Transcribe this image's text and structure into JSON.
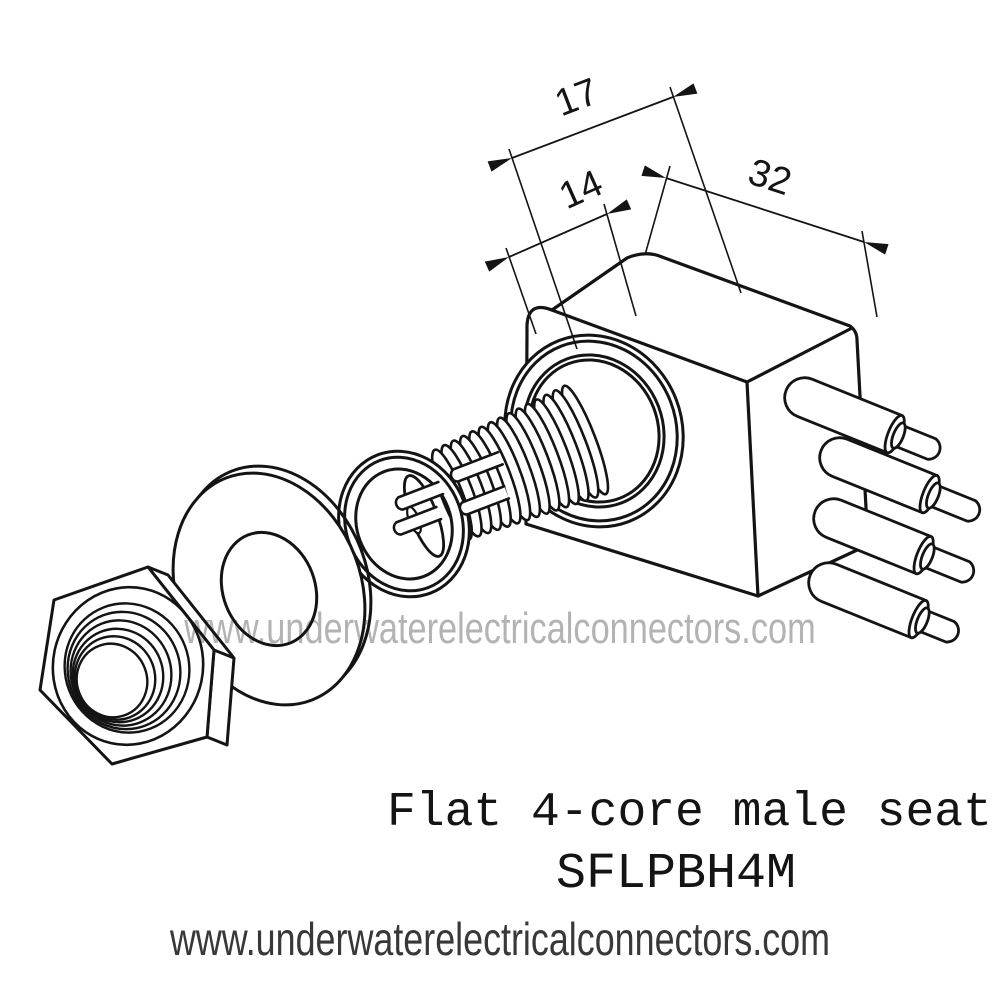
{
  "dims": {
    "width_17": "17",
    "length_14": "14",
    "depth_32": "32"
  },
  "product": {
    "title": "Flat 4-core male seat",
    "model": "SFLPBH4M"
  },
  "watermark": {
    "text": "www.underwaterelectricalconnectors.com"
  },
  "footer": {
    "url": "www.underwaterelectricalconnectors.com"
  },
  "colors": {
    "line": "#141414",
    "watermark": "#b3b3b3",
    "footer_text": "#383838",
    "background": "#ffffff"
  }
}
